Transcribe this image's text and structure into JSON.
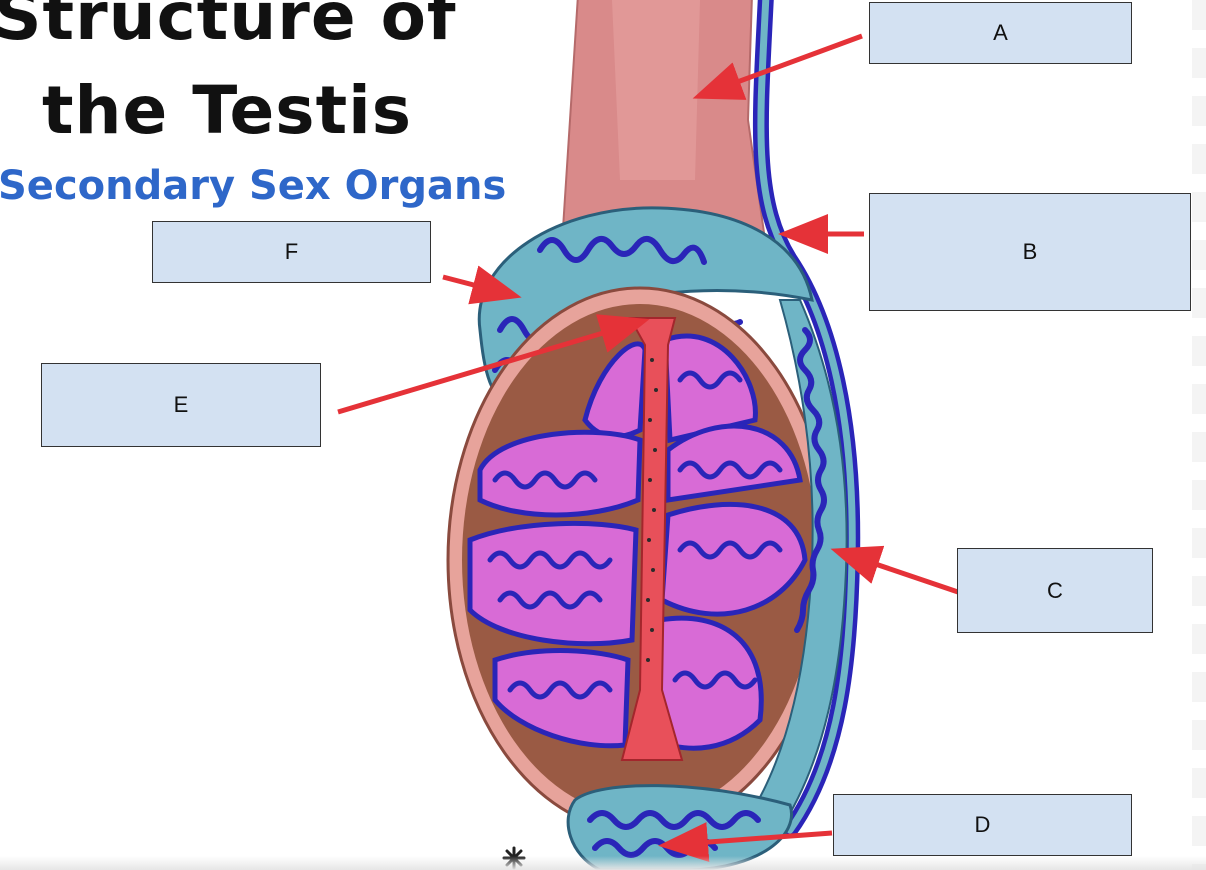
{
  "header": {
    "title_line_1": "Structure of",
    "title_line_2": "the Testis",
    "subtitle": "Secondary Sex Organs"
  },
  "labels": {
    "a": "A",
    "b": "B",
    "c": "C",
    "d": "D",
    "e": "E",
    "f": "F"
  },
  "colors": {
    "title": "#111111",
    "subtitle": "#2e67c9",
    "label_box_fill": "#d3e1f2",
    "arrow": "#e53238",
    "cord": "#d98a8a",
    "epididymis": "#6fb5c6",
    "tubule": "#2a25b8",
    "lobule": "#d86bd6",
    "septum": "#9a5a44",
    "tunica": "#e7a39b",
    "rete": "#e8505a"
  },
  "icons": {
    "asterisk": "asterisk-icon"
  }
}
